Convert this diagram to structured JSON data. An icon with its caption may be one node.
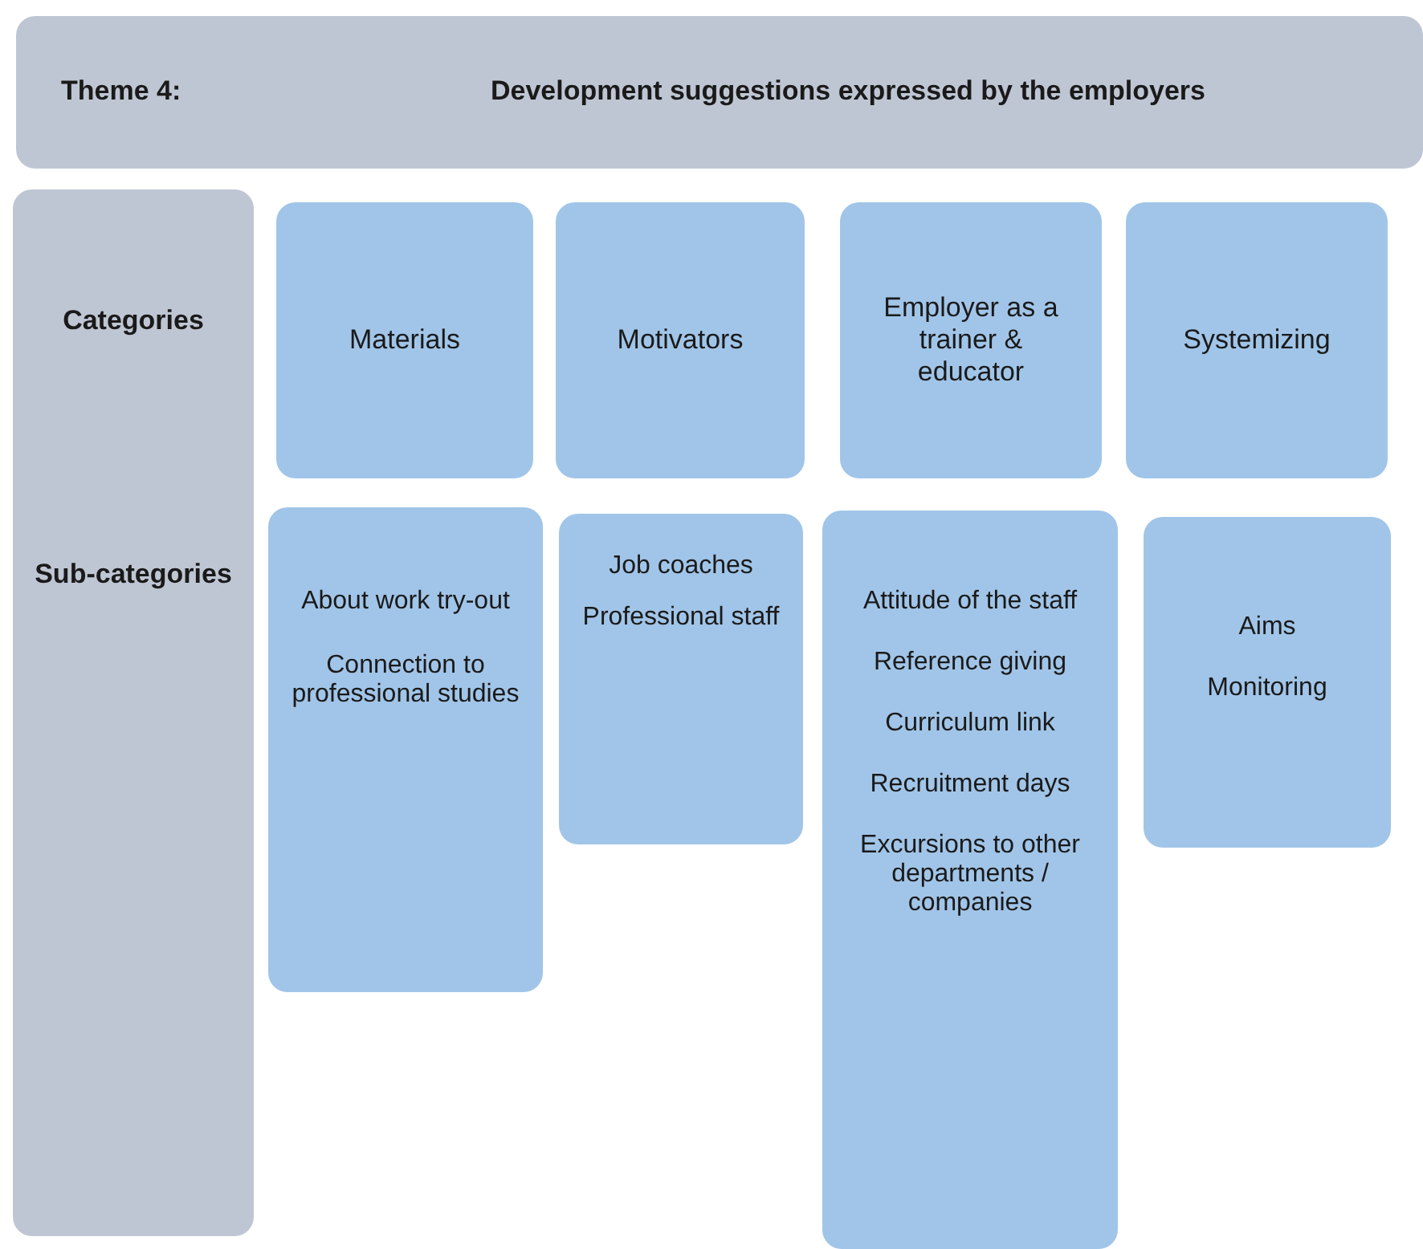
{
  "diagram": {
    "nodes": [
      {
        "text": [
          "Theme 4:",
          "Development suggestions expressed by the employers"
        ]
      },
      {
        "text": [
          "Categories",
          "Sub-categories"
        ]
      },
      {
        "text": [
          "Materials"
        ]
      },
      {
        "text": [
          "Motivators"
        ]
      },
      {
        "text": [
          "Employer as a trainer & educator"
        ]
      },
      {
        "text": [
          "Systemizing"
        ]
      },
      {
        "text": [
          "About work try-out",
          "Connection to professional studies"
        ]
      },
      {
        "text": [
          "Job coaches",
          "Professional staff"
        ]
      },
      {
        "text": [
          "Attitude of the staff",
          "Reference giving",
          "Curriculum link",
          "Recruitment days",
          "Excursions to other departments / companies"
        ]
      },
      {
        "text": [
          "Aims",
          "Monitoring"
        ]
      }
    ]
  }
}
